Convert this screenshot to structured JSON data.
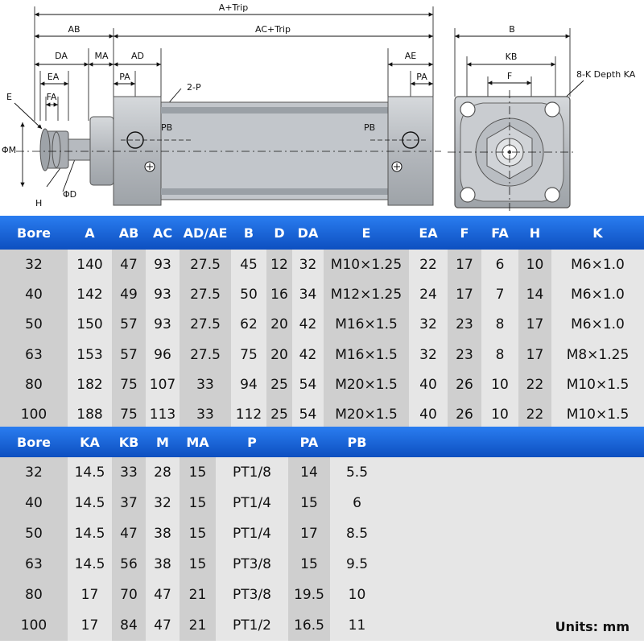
{
  "colors": {
    "header_blue": "#1f6fe0",
    "header_blue_dark": "#0d4fc0",
    "cell_gray": "#cfcfcf",
    "cell_light": "#e6e6e6",
    "drawing_fill": "#b9bdc2"
  },
  "drawing": {
    "labels": {
      "a_trip": "A+Trip",
      "ab": "AB",
      "ac_trip": "AC+Trip",
      "da": "DA",
      "ma": "MA",
      "ad": "AD",
      "ae": "AE",
      "ea": "EA",
      "pa_left": "PA",
      "pa_right": "PA",
      "p2": "2-P",
      "e": "E",
      "fa": "FA",
      "phi_m": "ΦM",
      "phi_d": "ΦD",
      "h": "H",
      "pb_left": "PB",
      "pb_right": "PB",
      "b": "B",
      "kb": "KB",
      "f": "F",
      "depth": "8-K Depth KA"
    }
  },
  "table1": {
    "headers": [
      "Bore",
      "A",
      "AB",
      "AC",
      "AD/AE",
      "B",
      "D",
      "DA",
      "E",
      "EA",
      "F",
      "FA",
      "H",
      "K"
    ],
    "rows": [
      [
        "32",
        "140",
        "47",
        "93",
        "27.5",
        "45",
        "12",
        "32",
        "M10×1.25",
        "22",
        "17",
        "6",
        "10",
        "M6×1.0"
      ],
      [
        "40",
        "142",
        "49",
        "93",
        "27.5",
        "50",
        "16",
        "34",
        "M12×1.25",
        "24",
        "17",
        "7",
        "14",
        "M6×1.0"
      ],
      [
        "50",
        "150",
        "57",
        "93",
        "27.5",
        "62",
        "20",
        "42",
        "M16×1.5",
        "32",
        "23",
        "8",
        "17",
        "M6×1.0"
      ],
      [
        "63",
        "153",
        "57",
        "96",
        "27.5",
        "75",
        "20",
        "42",
        "M16×1.5",
        "32",
        "23",
        "8",
        "17",
        "M8×1.25"
      ],
      [
        "80",
        "182",
        "75",
        "107",
        "33",
        "94",
        "25",
        "54",
        "M20×1.5",
        "40",
        "26",
        "10",
        "22",
        "M10×1.5"
      ],
      [
        "100",
        "188",
        "75",
        "113",
        "33",
        "112",
        "25",
        "54",
        "M20×1.5",
        "40",
        "26",
        "10",
        "22",
        "M10×1.5"
      ]
    ]
  },
  "table2": {
    "headers": [
      "Bore",
      "KA",
      "KB",
      "M",
      "MA",
      "P",
      "PA",
      "PB"
    ],
    "rows": [
      [
        "32",
        "14.5",
        "33",
        "28",
        "15",
        "PT1/8",
        "14",
        "5.5"
      ],
      [
        "40",
        "14.5",
        "37",
        "32",
        "15",
        "PT1/4",
        "15",
        "6"
      ],
      [
        "50",
        "14.5",
        "47",
        "38",
        "15",
        "PT1/4",
        "17",
        "8.5"
      ],
      [
        "63",
        "14.5",
        "56",
        "38",
        "15",
        "PT3/8",
        "15",
        "9.5"
      ],
      [
        "80",
        "17",
        "70",
        "47",
        "21",
        "PT3/8",
        "19.5",
        "10"
      ],
      [
        "100",
        "17",
        "84",
        "47",
        "21",
        "PT1/2",
        "16.5",
        "11"
      ]
    ]
  },
  "units": "Units: mm"
}
